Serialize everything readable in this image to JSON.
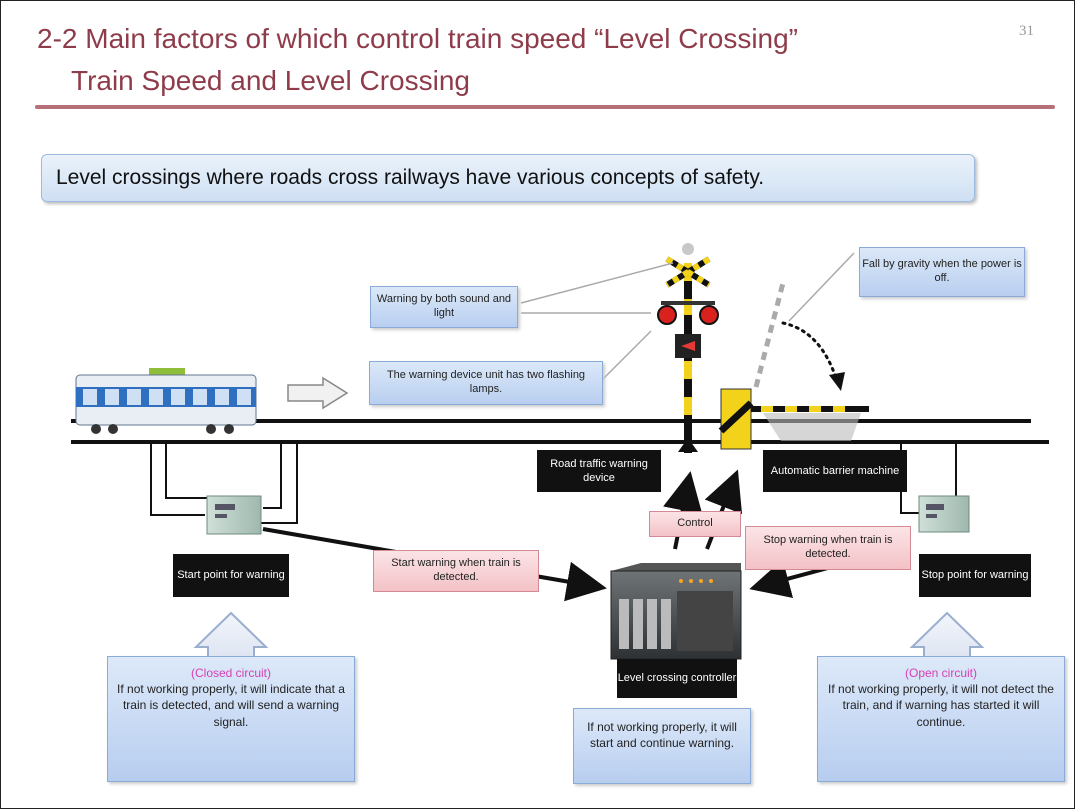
{
  "title_line1": "2-2  Main factors of which control train speed  “Level Crossing”",
  "title_line2": "Train Speed and Level Crossing",
  "page_number": "31",
  "banner": "Level crossings where roads cross railways have various concepts of safety.",
  "callouts": {
    "warning_sound_light": "Warning by both sound and light",
    "two_lamps": "The warning device unit has two flashing lamps.",
    "gravity": "Fall by gravity when the power is off."
  },
  "labels": {
    "road_traffic": "Road traffic warning device",
    "barrier_machine": "Automatic barrier machine",
    "start_point": "Start point for warning",
    "stop_point": "Stop point for warning",
    "controller": "Level crossing controller"
  },
  "pink_labels": {
    "control": "Control",
    "start_warning": "Start warning when train is detected.",
    "stop_warning": "Stop warning when train is detected."
  },
  "notes": {
    "closed_title": "(Closed circuit)",
    "closed_text": "If not working properly, it will indicate that a train is detected, and will send a warning signal.",
    "controller_text": "If not working properly, it will start and continue warning.",
    "open_title": "(Open circuit)",
    "open_text": "If not working properly, it will not detect the train, and if warning has started it will continue."
  },
  "colors": {
    "title": "#8e3c4a",
    "rule": "#b5707a",
    "highlight": "#d63fb5",
    "train_blue": "#2f6fc0"
  }
}
